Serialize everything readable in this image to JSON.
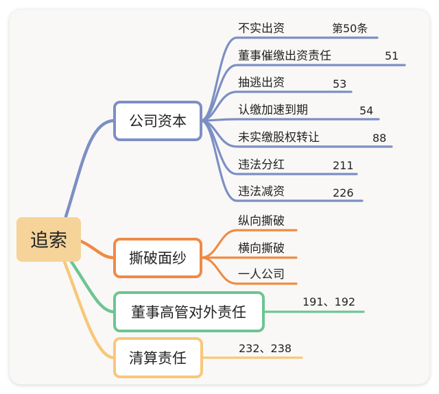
{
  "root": {
    "label": "追索",
    "color": "#f5d399"
  },
  "branches": [
    {
      "id": "capital",
      "label": "公司资本",
      "color": "#7c8fc4",
      "leaves": [
        {
          "label": "不实出资",
          "ref": "第50条"
        },
        {
          "label": "董事催缴出资责任",
          "ref": "51"
        },
        {
          "label": "抽逃出资",
          "ref": "53"
        },
        {
          "label": "认缴加速到期",
          "ref": "54"
        },
        {
          "label": "未实缴股权转让",
          "ref": "88"
        },
        {
          "label": "违法分红",
          "ref": "211"
        },
        {
          "label": "违法减资",
          "ref": "226"
        }
      ]
    },
    {
      "id": "veil",
      "label": "撕破面纱",
      "color": "#ef8a45",
      "leaves": [
        {
          "label": "纵向撕破",
          "ref": ""
        },
        {
          "label": "横向撕破",
          "ref": ""
        },
        {
          "label": "一人公司",
          "ref": ""
        }
      ]
    },
    {
      "id": "directors",
      "label": "董事高管对外责任",
      "color": "#6dc592",
      "leaves": [
        {
          "label": "",
          "ref": "191、192"
        }
      ]
    },
    {
      "id": "liquidation",
      "label": "清算责任",
      "color": "#f8c77a",
      "leaves": [
        {
          "label": "",
          "ref": "232、238"
        }
      ]
    }
  ]
}
